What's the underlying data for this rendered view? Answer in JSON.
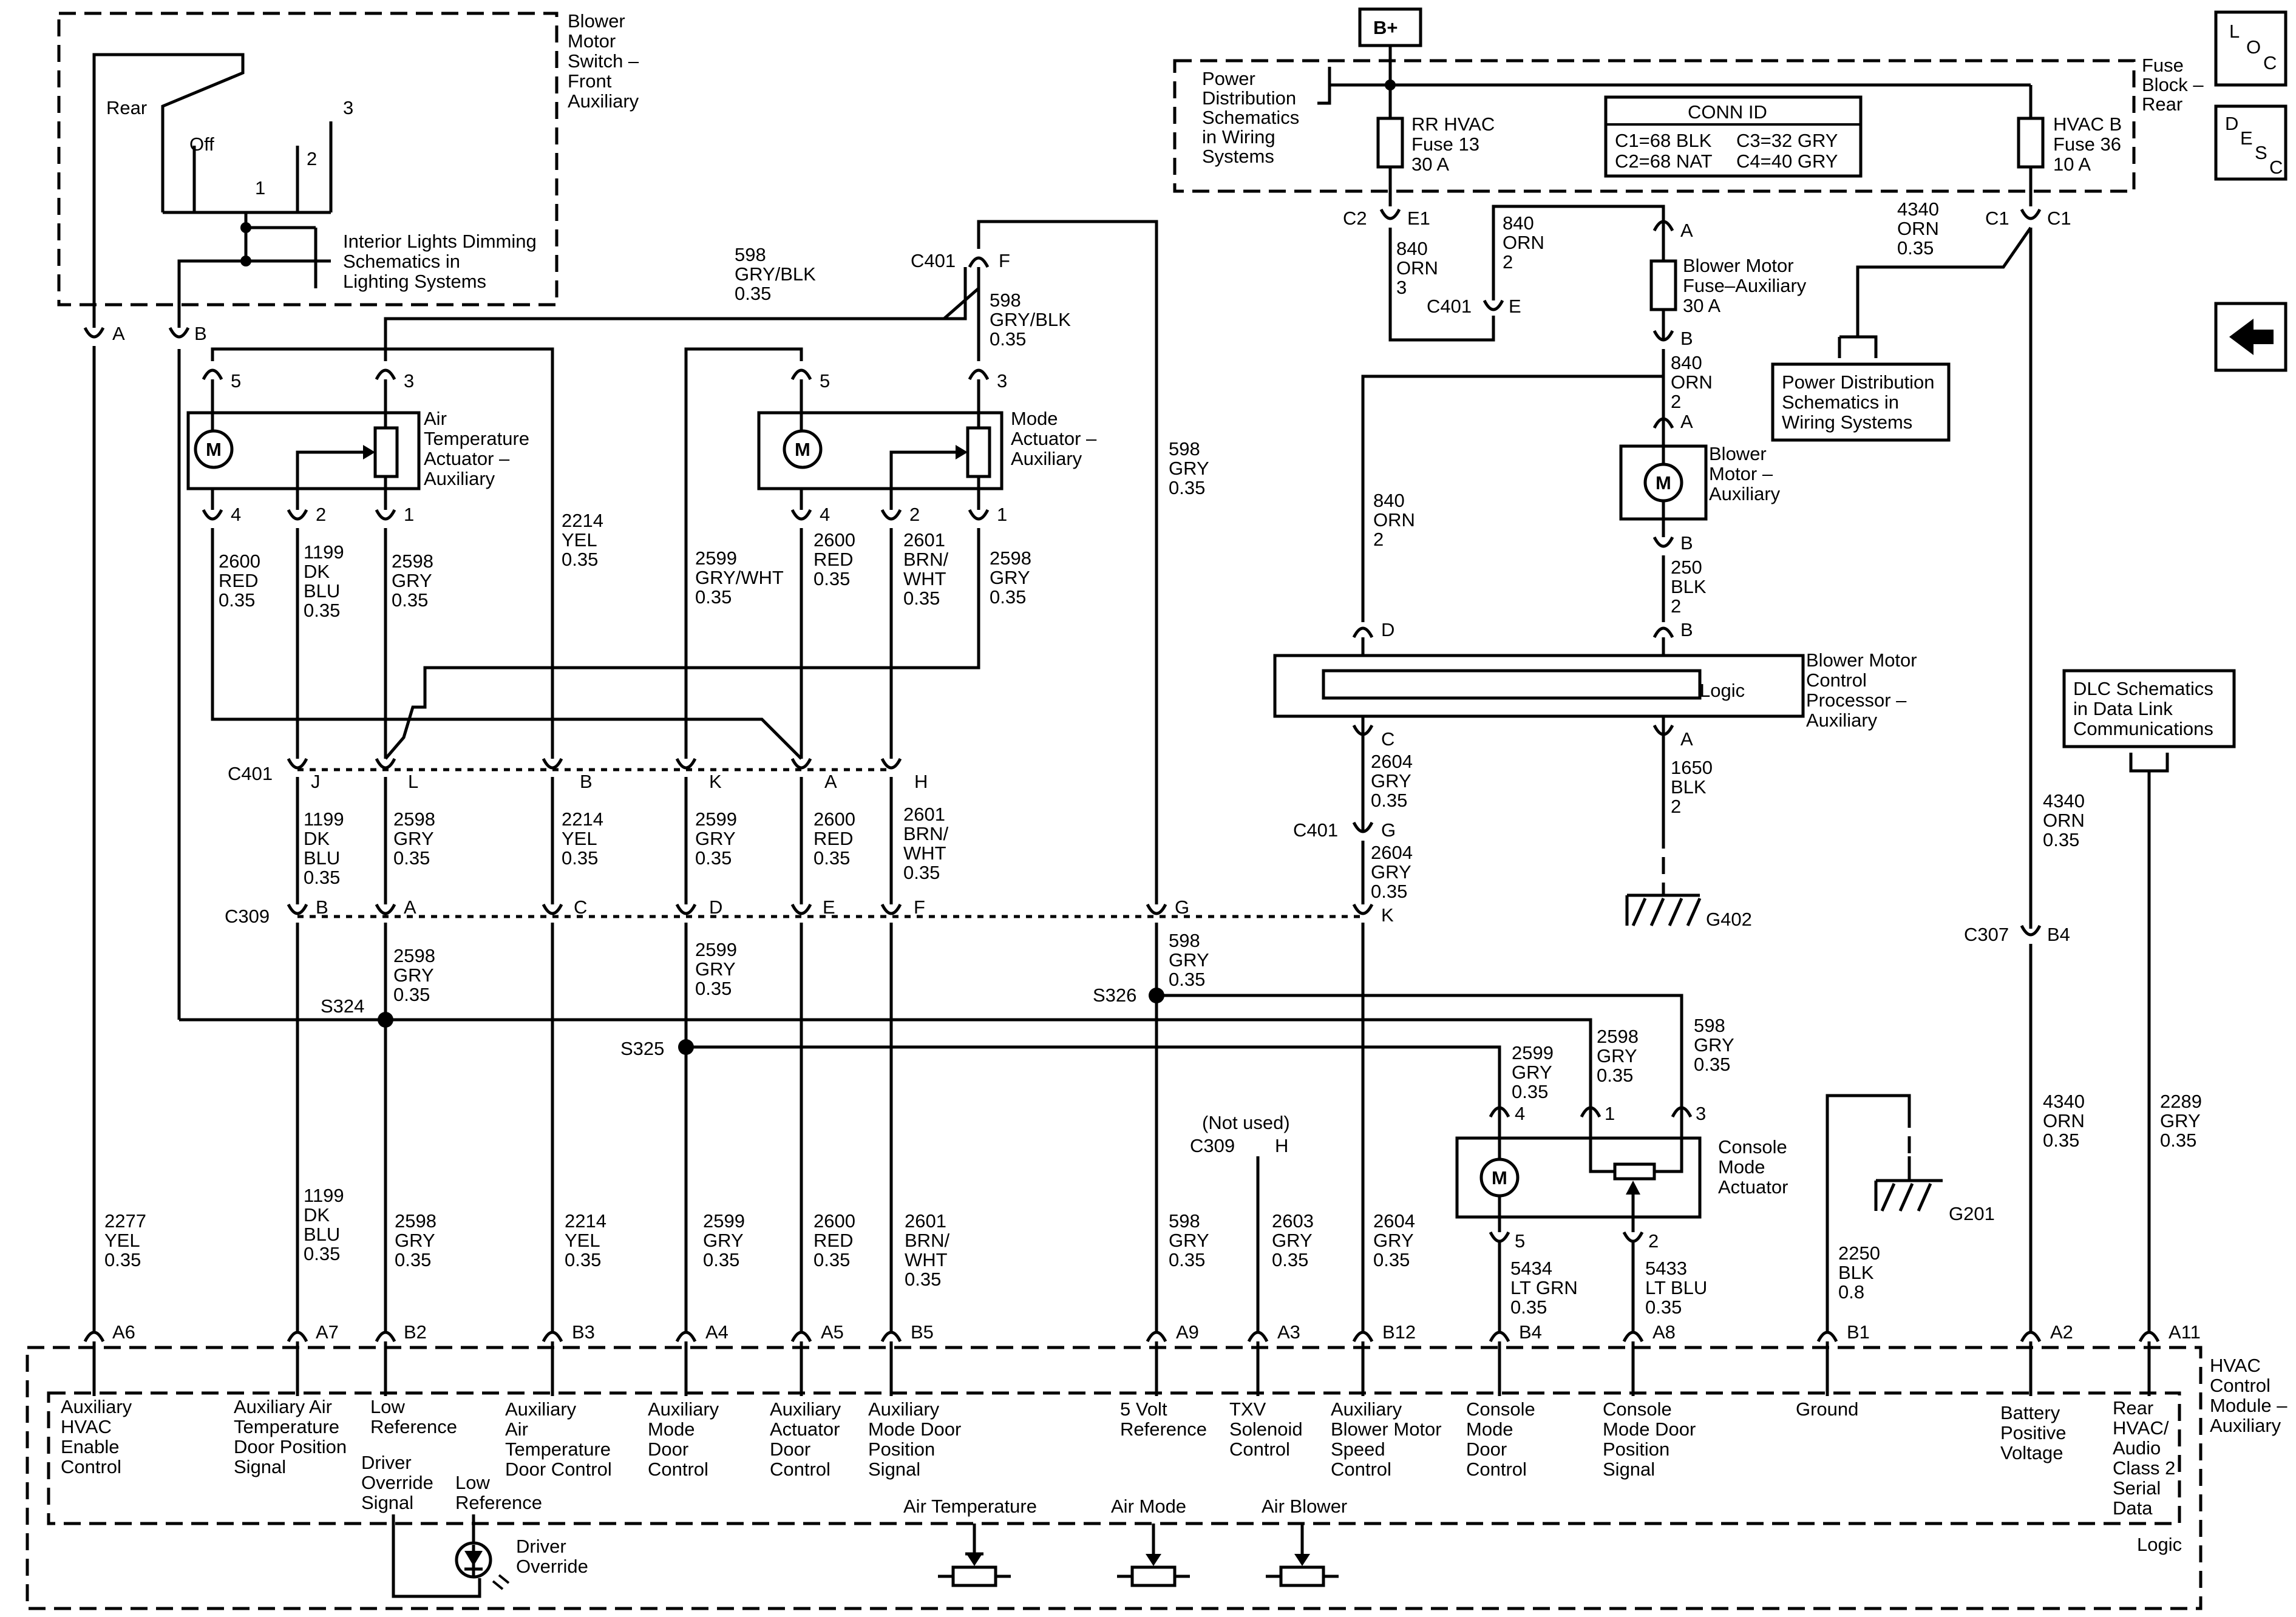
{
  "nav": {
    "loc_button": [
      "L",
      "O",
      "C"
    ],
    "desc_button": [
      "D",
      "E",
      "S",
      "C"
    ]
  },
  "top": {
    "bplus": "B+",
    "fuse_block": [
      "Fuse",
      "Block –",
      "Rear"
    ],
    "power_dist": [
      "Power",
      "Distribution",
      "Schematics",
      "in Wiring",
      "Systems"
    ],
    "rr_hvac_fuse": [
      "RR HVAC",
      "Fuse 13",
      "30 A"
    ],
    "hvac_b_fuse": [
      "HVAC B",
      "Fuse 36",
      "10 A"
    ],
    "conn_id": {
      "title": "CONN ID",
      "row1": [
        "C1=68 BLK",
        "C3=32 GRY"
      ],
      "row2": [
        "C2=68 NAT",
        "C4=40 GRY"
      ]
    }
  },
  "blower_switch": {
    "title": [
      "Blower",
      "Motor",
      "Switch –",
      "Front",
      "Auxiliary"
    ],
    "rear": "Rear",
    "off": "Off",
    "p1": "1",
    "p2": "2",
    "p3": "3",
    "dimming": [
      "Interior Lights Dimming",
      "Schematics in",
      "Lighting Systems"
    ],
    "pinA": "A",
    "pinB": "B"
  },
  "air_temp_actuator": {
    "title": [
      "Air",
      "Temperature",
      "Actuator –",
      "Auxiliary"
    ],
    "motor": "M",
    "pins": [
      "5",
      "3",
      "4",
      "2",
      "1"
    ]
  },
  "mode_actuator": {
    "title": [
      "Mode",
      "Actuator –",
      "Auxiliary"
    ],
    "motor": "M",
    "pins": [
      "5",
      "3",
      "4",
      "2",
      "1"
    ]
  },
  "wires": {
    "w598_top": [
      "598",
      "GRY/BLK",
      "0.35"
    ],
    "w598_mid": [
      "598",
      "GRY/BLK",
      "0.35"
    ],
    "w598_right": [
      "598",
      "GRY",
      "0.35"
    ],
    "w2600a": [
      "2600",
      "RED",
      "0.35"
    ],
    "w1199a": [
      "1199",
      "DK",
      "BLU",
      "0.35"
    ],
    "w2598a": [
      "2598",
      "GRY",
      "0.35"
    ],
    "w2214a": [
      "2214",
      "YEL",
      "0.35"
    ],
    "w2599a": [
      "2599",
      "GRY/WHT",
      "0.35"
    ],
    "w2600b": [
      "2600",
      "RED",
      "0.35"
    ],
    "w2601a": [
      "2601",
      "BRN/",
      "WHT",
      "0.35"
    ],
    "w2598b": [
      "2598",
      "GRY",
      "0.35"
    ],
    "w1199b": [
      "1199",
      "DK",
      "BLU",
      "0.35"
    ],
    "w2598c": [
      "2598",
      "GRY",
      "0.35"
    ],
    "w2214b": [
      "2214",
      "YEL",
      "0.35"
    ],
    "w2599b": [
      "2599",
      "GRY",
      "0.35"
    ],
    "w2600c": [
      "2600",
      "RED",
      "0.35"
    ],
    "w2601b": [
      "2601",
      "BRN/",
      "WHT",
      "0.35"
    ],
    "w2598d": [
      "2598",
      "GRY",
      "0.35"
    ],
    "w2599c": [
      "2599",
      "GRY",
      "0.35"
    ],
    "w598g": [
      "598",
      "GRY",
      "0.35"
    ],
    "w2604a": [
      "2604",
      "GRY",
      "0.35"
    ],
    "w2604b": [
      "2604",
      "GRY",
      "0.35"
    ],
    "w840a": [
      "840",
      "ORN",
      "3"
    ],
    "w840b": [
      "840",
      "ORN",
      "2"
    ],
    "w840c": [
      "840",
      "ORN",
      "2"
    ],
    "w840d": [
      "840",
      "ORN",
      "2"
    ],
    "w250": [
      "250",
      "BLK",
      "2"
    ],
    "w1650": [
      "1650",
      "BLK",
      "2"
    ],
    "w4340a": [
      "4340",
      "ORN",
      "0.35"
    ],
    "w4340b": [
      "4340",
      "ORN",
      "0.35"
    ],
    "w4340c": [
      "4340",
      "ORN",
      "0.35"
    ],
    "w2599d": [
      "2599",
      "GRY",
      "0.35"
    ],
    "w2598e": [
      "2598",
      "GRY",
      "0.35"
    ],
    "w598h": [
      "598",
      "GRY",
      "0.35"
    ],
    "b2277": [
      "2277",
      "YEL",
      "0.35"
    ],
    "b1199": [
      "1199",
      "DK",
      "BLU",
      "0.35"
    ],
    "b2598": [
      "2598",
      "GRY",
      "0.35"
    ],
    "b2214": [
      "2214",
      "YEL",
      "0.35"
    ],
    "b2599": [
      "2599",
      "GRY",
      "0.35"
    ],
    "b2600": [
      "2600",
      "RED",
      "0.35"
    ],
    "b2601": [
      "2601",
      "BRN/",
      "WHT",
      "0.35"
    ],
    "b598": [
      "598",
      "GRY",
      "0.35"
    ],
    "b2603": [
      "2603",
      "GRY",
      "0.35"
    ],
    "b2604": [
      "2604",
      "GRY",
      "0.35"
    ],
    "b5434": [
      "5434",
      "LT GRN",
      "0.35"
    ],
    "b5433": [
      "5433",
      "LT BLU",
      "0.35"
    ],
    "b2250": [
      "2250",
      "BLK",
      "0.8"
    ],
    "b2289": [
      "2289",
      "GRY",
      "0.35"
    ]
  },
  "connectors": {
    "c401_f": [
      "C401",
      "F"
    ],
    "c401_e": [
      "C401",
      "E"
    ],
    "c401_g": [
      "C401",
      "G"
    ],
    "c401_row": [
      "C401",
      "J",
      "L",
      "B",
      "K",
      "A",
      "H"
    ],
    "c309_row": [
      "C309",
      "B",
      "A",
      "C",
      "D",
      "E",
      "F",
      "G",
      "K"
    ],
    "c2_e1": [
      "C2",
      "E1"
    ],
    "c1_c1": [
      "C1",
      "C1"
    ],
    "c307_b4": [
      "C307",
      "B4"
    ],
    "c309_h": [
      "(Not used)",
      "C309",
      "H"
    ]
  },
  "splices": {
    "s324": "S324",
    "s325": "S325",
    "s326": "S326"
  },
  "blower_fuse": {
    "label": [
      "Blower Motor",
      "Fuse–Auxiliary",
      "30 A"
    ],
    "pinA": "A",
    "pinB": "B"
  },
  "blower_motor": {
    "label": [
      "Blower",
      "Motor –",
      "Auxiliary"
    ],
    "motor": "M",
    "pinA": "A",
    "pinB": "B"
  },
  "bmcp": {
    "label": [
      "Blower Motor",
      "Control",
      "Processor –",
      "Auxiliary"
    ],
    "logic": "Logic",
    "pins": [
      "D",
      "B",
      "C",
      "A"
    ]
  },
  "grounds": {
    "g402": "G402",
    "g201": "G201"
  },
  "refs": {
    "power_dist_2": [
      "Power Distribution",
      "Schematics in",
      "Wiring Systems"
    ],
    "dlc": [
      "DLC Schematics",
      "in Data Link",
      "Communications"
    ]
  },
  "console_actuator": {
    "label": [
      "Console",
      "Mode",
      "Actuator"
    ],
    "motor": "M",
    "pins": [
      "4",
      "1",
      "3",
      "5",
      "2"
    ]
  },
  "hvac_module": {
    "title": [
      "HVAC",
      "Control",
      "Module –",
      "Auxiliary"
    ],
    "logic": "Logic",
    "pins": [
      "A6",
      "A7",
      "B2",
      "B3",
      "A4",
      "A5",
      "B5",
      "A9",
      "A3",
      "B12",
      "B4",
      "A8",
      "B1",
      "A2",
      "A11"
    ],
    "funcs": {
      "a6": [
        "Auxiliary",
        "HVAC",
        "Enable",
        "Control"
      ],
      "a7": [
        "Auxiliary Air",
        "Temperature",
        "Door Position",
        "Signal"
      ],
      "b2": [
        "Low",
        "Reference"
      ],
      "b3": [
        "Auxiliary",
        "Air",
        "Temperature",
        "Door Control"
      ],
      "a4": [
        "Auxiliary",
        "Mode",
        "Door",
        "Control"
      ],
      "a5": [
        "Auxiliary",
        "Actuator",
        "Door",
        "Control"
      ],
      "b5": [
        "Auxiliary",
        "Mode Door",
        "Position",
        "Signal"
      ],
      "a9": [
        "5 Volt",
        "Reference"
      ],
      "a3": [
        "TXV",
        "Solenoid",
        "Control"
      ],
      "b12": [
        "Auxiliary",
        "Blower Motor",
        "Speed",
        "Control"
      ],
      "b4": [
        "Console",
        "Mode",
        "Door",
        "Control"
      ],
      "a8": [
        "Console",
        "Mode Door",
        "Position",
        "Signal"
      ],
      "b1": [
        "Ground"
      ],
      "a2": [
        "Battery",
        "Positive",
        "Voltage"
      ],
      "a11": [
        "Rear",
        "HVAC/",
        "Audio",
        "Class 2",
        "Serial",
        "Data"
      ]
    },
    "driver_override_signal": [
      "Driver",
      "Override",
      "Signal"
    ],
    "low_ref2": [
      "Low",
      "Reference"
    ],
    "driver_override": [
      "Driver",
      "Override"
    ],
    "air_temperature": "Air Temperature",
    "air_mode": "Air Mode",
    "air_blower": "Air Blower"
  }
}
